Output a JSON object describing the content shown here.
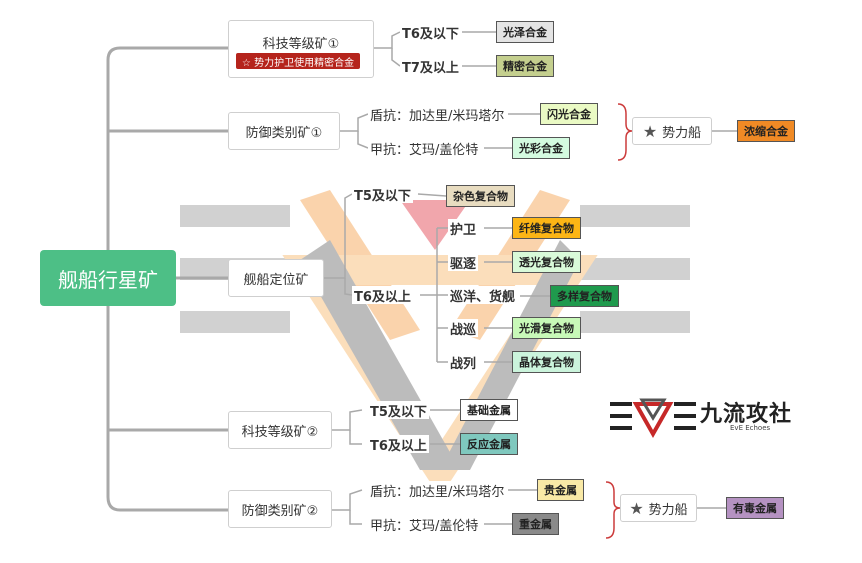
{
  "root": {
    "label": "舰船行星矿"
  },
  "branches": {
    "tech1": {
      "label": "科技等级矿①",
      "note": "☆ 势力护卫使用精密合金",
      "t1": {
        "label": "T6及以下",
        "chip": "光泽合金",
        "color": "#e4e4e4"
      },
      "t2": {
        "label": "T7及以上",
        "chip": "精密合金",
        "color": "#c4cf8e"
      }
    },
    "def1": {
      "label": "防御类别矿①",
      "t1": {
        "label": "盾抗：加达里/米玛塔尔",
        "chip": "闪光合金",
        "color": "#eafac4"
      },
      "t2": {
        "label": "甲抗：艾玛/盖伦特",
        "chip": "光彩合金",
        "color": "#d4fbe0"
      },
      "faction": {
        "label": "势力船",
        "chip": "浓缩合金",
        "color": "#f08a25"
      }
    },
    "pos": {
      "label": "舰船定位矿",
      "t5": {
        "label": "T5及以下",
        "chip": "杂色复合物",
        "color": "#e8dcc0"
      },
      "t6": {
        "label": "T6及以上"
      },
      "roles": [
        {
          "label": "护卫",
          "chip": "纤维复合物",
          "color": "#fcb515"
        },
        {
          "label": "驱逐",
          "chip": "透光复合物",
          "color": "#d9fad9"
        },
        {
          "label": "巡洋、货舰",
          "chip": "多样复合物",
          "color": "#1f9a4d"
        },
        {
          "label": "战巡",
          "chip": "光滑复合物",
          "color": "#c8f9b8"
        },
        {
          "label": "战列",
          "chip": "晶体复合物",
          "color": "#cbf4dc"
        }
      ]
    },
    "tech2": {
      "label": "科技等级矿②",
      "t1": {
        "label": "T5及以下",
        "chip": "基础金属",
        "color": "#ffffff"
      },
      "t2": {
        "label": "T6及以上",
        "chip": "反应金属",
        "color": "#7fc8be"
      }
    },
    "def2": {
      "label": "防御类别矿②",
      "t1": {
        "label": "盾抗：加达里/米玛塔尔",
        "chip": "贵金属",
        "color": "#f9e9a6"
      },
      "t2": {
        "label": "甲抗：艾玛/盖伦特",
        "chip": "重金属",
        "color": "#8a8a8a"
      },
      "faction": {
        "label": "势力船",
        "chip": "有毒金属",
        "color": "#b592c2"
      }
    }
  },
  "logo": {
    "name": "九流攻社",
    "sub": "EvE Echoes"
  }
}
